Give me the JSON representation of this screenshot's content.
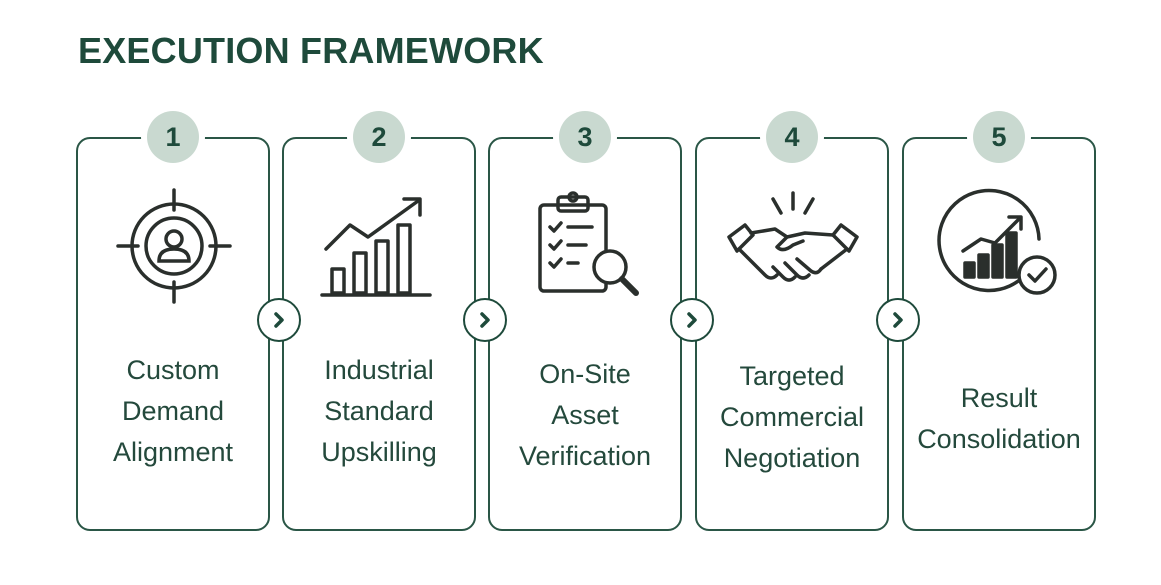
{
  "title": "EXECUTION FRAMEWORK",
  "colors": {
    "primary": "#1e4a3b",
    "badge_fill": "#c9d9d0",
    "card_border": "#2a5646"
  },
  "steps": [
    {
      "number": "1",
      "icon": "target-person-icon",
      "label_lines": [
        "Custom",
        "Demand",
        "Alignment"
      ]
    },
    {
      "number": "2",
      "icon": "bar-chart-growth-icon",
      "label_lines": [
        "Industrial",
        "Standard",
        "Upskilling"
      ]
    },
    {
      "number": "3",
      "icon": "clipboard-magnifier-icon",
      "label_lines": [
        "On-Site",
        "Asset",
        "Verification"
      ]
    },
    {
      "number": "4",
      "icon": "handshake-icon",
      "label_lines": [
        "Targeted",
        "Commercial",
        "Negotiation"
      ]
    },
    {
      "number": "5",
      "icon": "growth-check-icon",
      "label_lines": [
        "Result",
        "Consolidation"
      ]
    }
  ],
  "connector_icon": "chevron-right-icon"
}
